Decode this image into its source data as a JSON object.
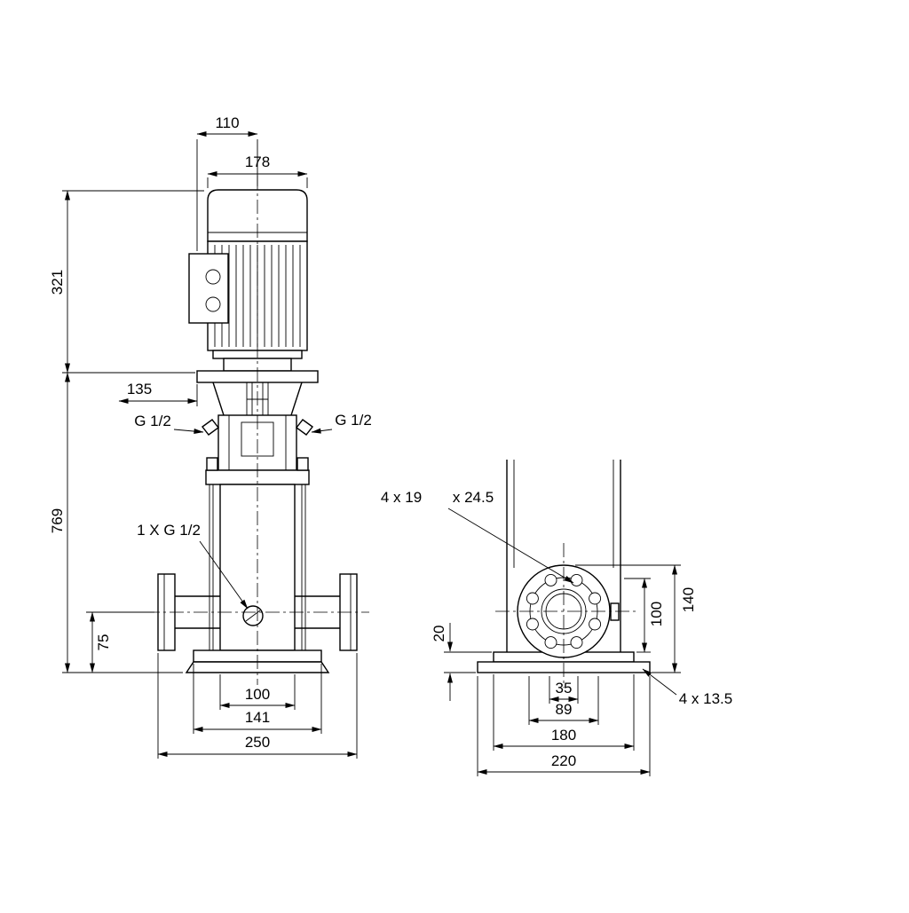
{
  "front_view": {
    "dim_110": "110",
    "dim_178": "178",
    "dim_321": "321",
    "dim_135": "135",
    "port_left_label": "G 1/2",
    "port_right_label": "G 1/2",
    "dim_769": "769",
    "drain_label": "1 X G 1/2",
    "dim_75": "75",
    "dim_100": "100",
    "dim_141": "141",
    "dim_250": "250"
  },
  "side_view": {
    "flange_holes_label": "4 x 19",
    "flange_counterbore_label": "x 24.5",
    "dim_20": "20",
    "dim_100": "100",
    "dim_140": "140",
    "dim_35": "35",
    "dim_89": "89",
    "dim_180": "180",
    "dim_220": "220",
    "base_holes_label": "4 x 13.5"
  }
}
